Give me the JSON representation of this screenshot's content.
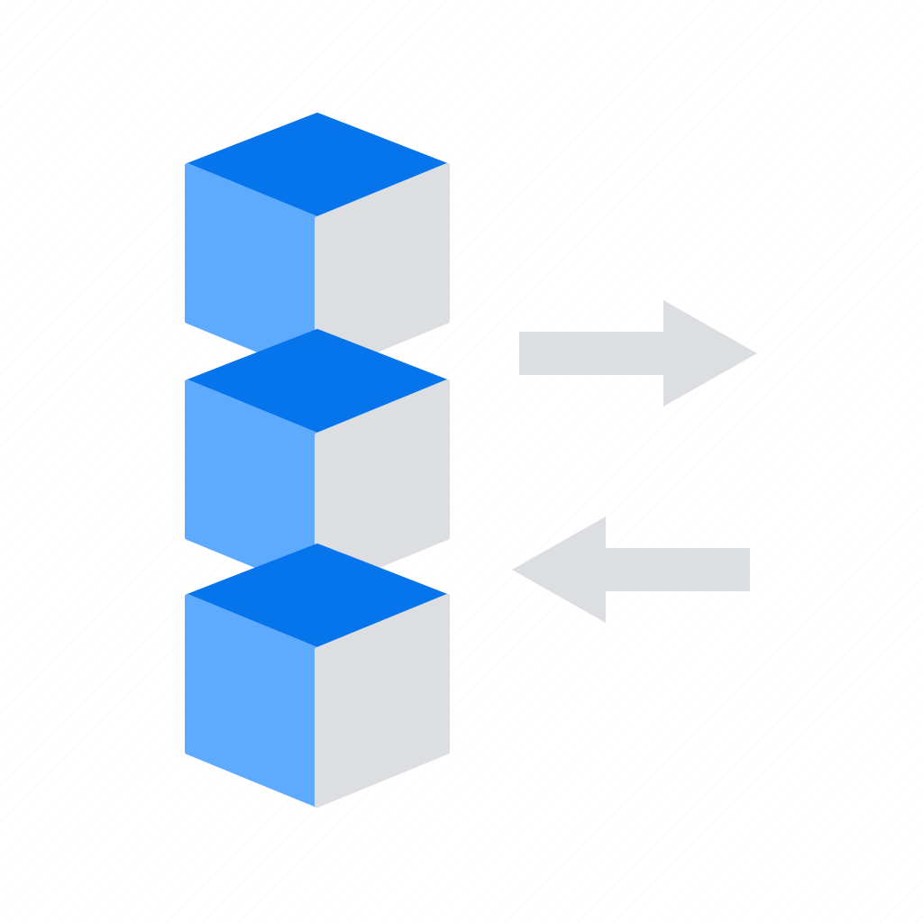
{
  "icon": {
    "name": "stacked-blocks-exchange-icon",
    "blocks": [
      {
        "name": "top-block"
      },
      {
        "name": "middle-block"
      },
      {
        "name": "bottom-block"
      }
    ],
    "arrows": [
      {
        "name": "right-arrow",
        "direction": "right"
      },
      {
        "name": "left-arrow",
        "direction": "left"
      }
    ]
  },
  "colors": {
    "cube_top": "#0675ec",
    "cube_left": "#5eaaff",
    "cube_right": "#dcdee2",
    "arrow": "#dcdee2",
    "background": "#ffffff"
  }
}
